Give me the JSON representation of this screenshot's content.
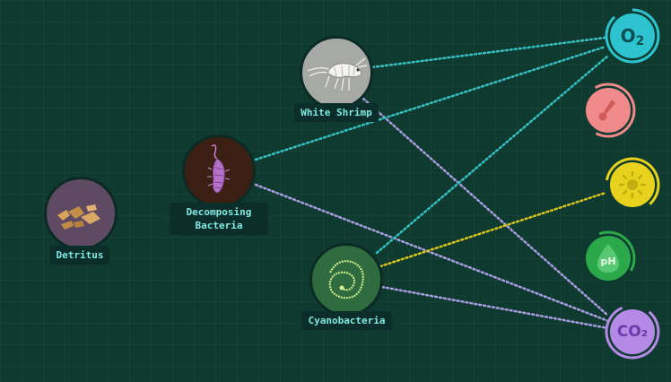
{
  "organisms": [
    {
      "id": "white-shrimp",
      "label": "White Shrimp"
    },
    {
      "id": "decomposing-bacteria",
      "label_line1": "Decomposing",
      "label_line2": "Bacteria"
    },
    {
      "id": "detritus",
      "label": "Detritus"
    },
    {
      "id": "cyanobacteria",
      "label": "Cyanobacteria"
    }
  ],
  "factors": [
    {
      "id": "oxygen",
      "text": "O",
      "sub": "2",
      "icon": "oxygen-icon",
      "color": "#2ec4cf"
    },
    {
      "id": "temperature",
      "icon": "thermometer-icon",
      "color": "#f08a8a"
    },
    {
      "id": "light",
      "icon": "sun-icon",
      "color": "#e8d21e"
    },
    {
      "id": "ph",
      "text": "pH",
      "icon": "ph-drop-icon",
      "color": "#2aa84a"
    },
    {
      "id": "carbon-dioxide",
      "text": "CO₂",
      "icon": "co2-icon",
      "color": "#b48ae6"
    }
  ],
  "links": [
    {
      "from": "white-shrimp",
      "to": "oxygen",
      "color": "#36c0c0"
    },
    {
      "from": "white-shrimp",
      "to": "carbon-dioxide",
      "color": "#a89ee0"
    },
    {
      "from": "decomposing-bacteria",
      "to": "oxygen",
      "color": "#36c0c0"
    },
    {
      "from": "decomposing-bacteria",
      "to": "carbon-dioxide",
      "color": "#a89ee0"
    },
    {
      "from": "cyanobacteria",
      "to": "oxygen",
      "color": "#36c0c0"
    },
    {
      "from": "cyanobacteria",
      "to": "light",
      "color": "#d8c41c"
    },
    {
      "from": "cyanobacteria",
      "to": "carbon-dioxide",
      "color": "#a89ee0"
    }
  ]
}
